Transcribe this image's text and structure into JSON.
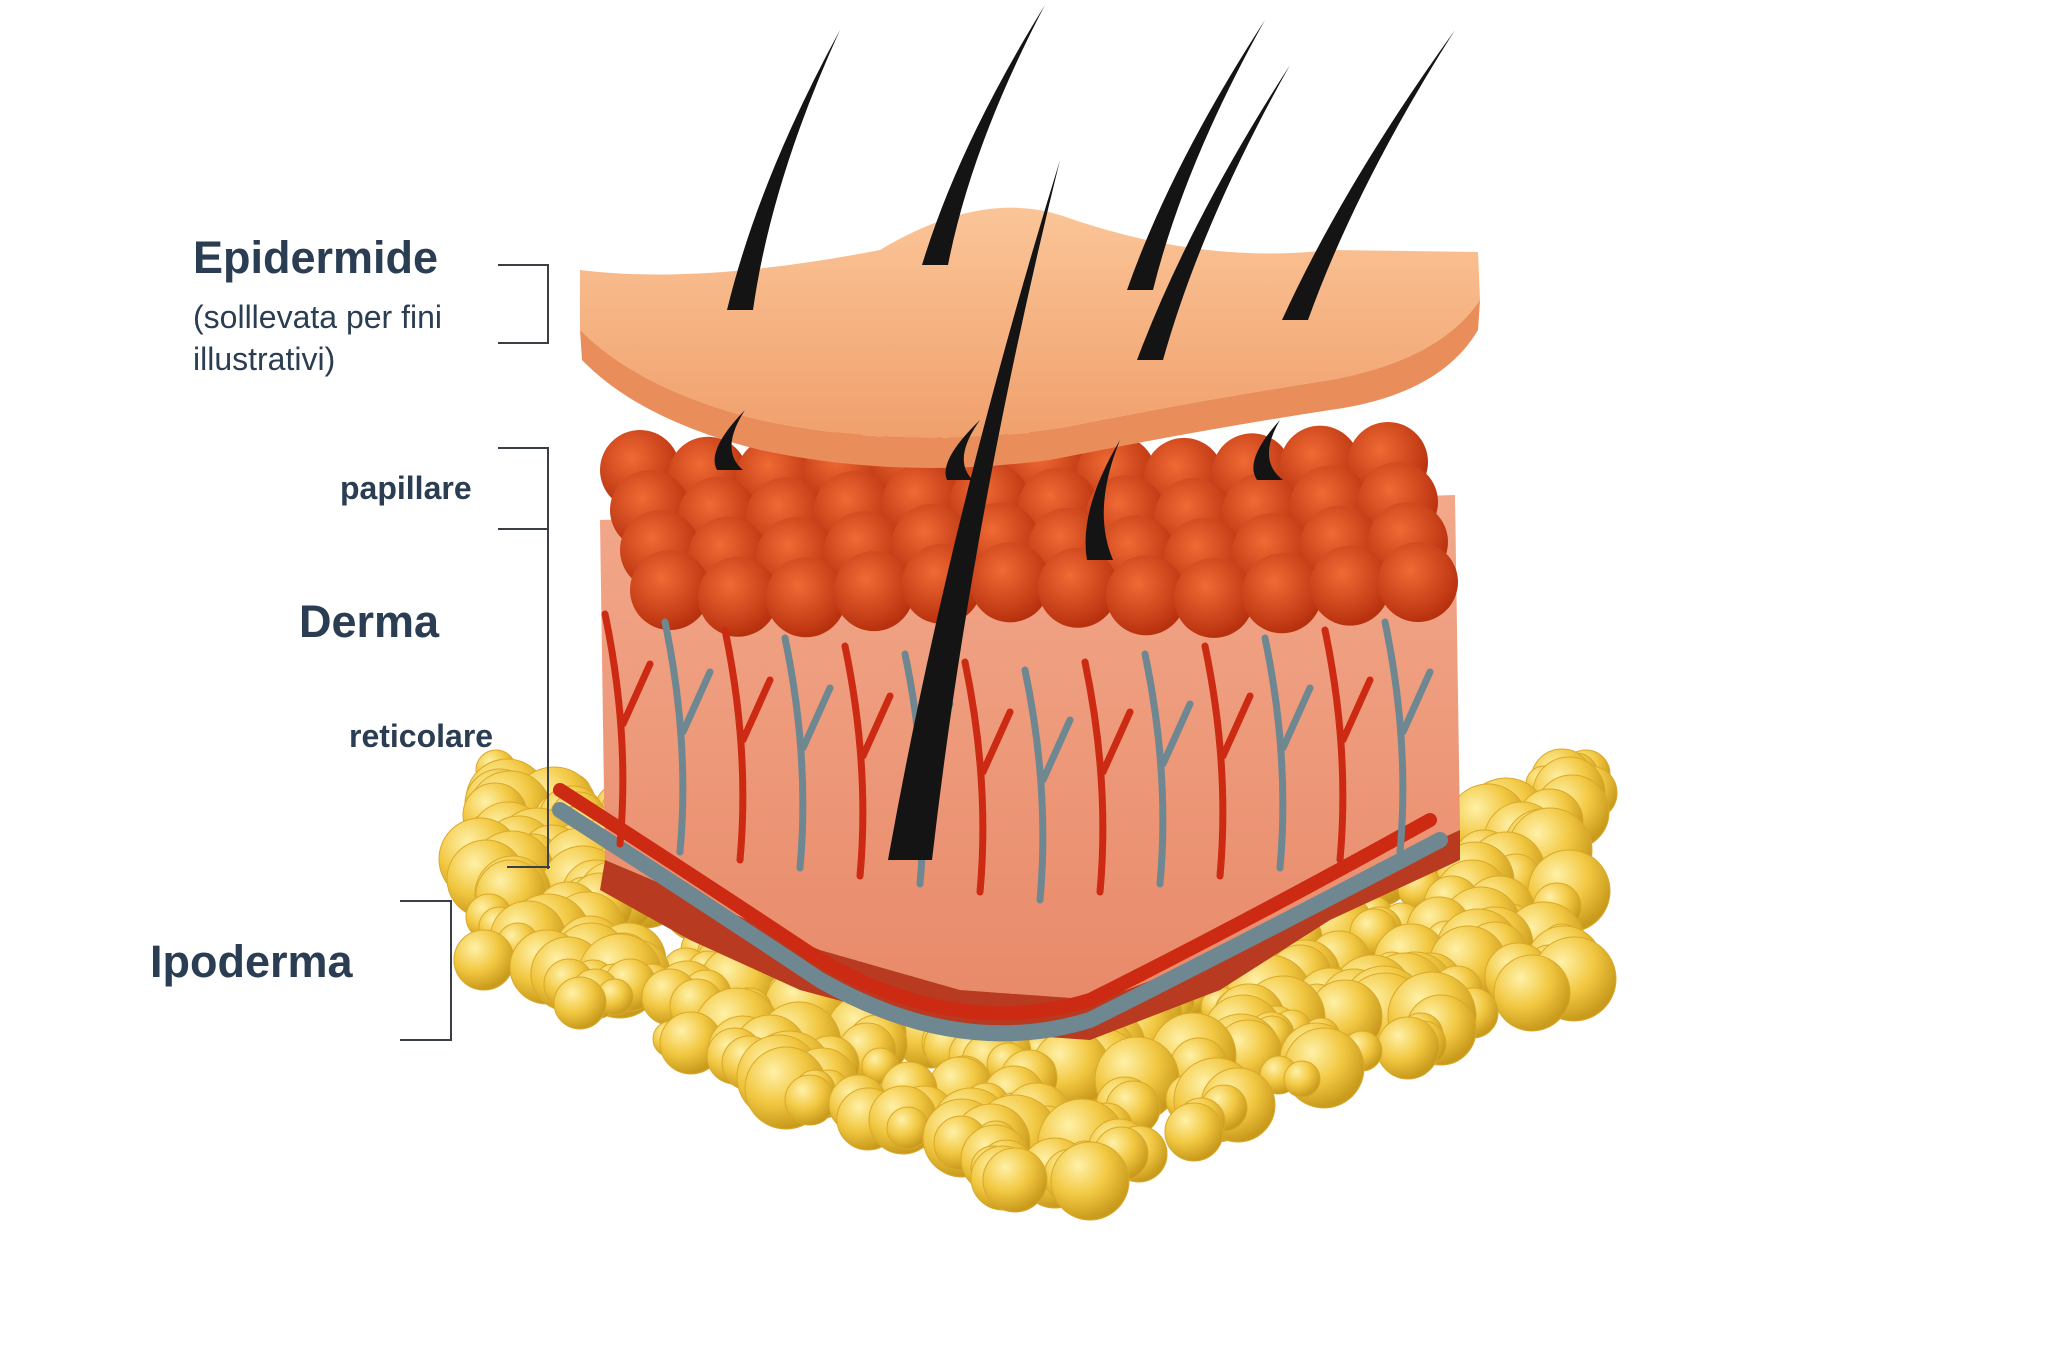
{
  "labels": {
    "epidermis": {
      "title": "Epidermide",
      "note_line1": "(solllevata per fini",
      "note_line2": "illustrativi)"
    },
    "papillary": "papillare",
    "dermis": "Derma",
    "reticular": "reticolare",
    "hypodermis": "Ipoderma"
  },
  "colors": {
    "text": "#2b3d52",
    "epidermis": "#f7b07e",
    "dermis_top": "#d9471c",
    "dermis_side": "#ec9a7c",
    "artery": "#cc2a12",
    "vein": "#6f8790",
    "fat": "#f2c842",
    "hair": "#141414"
  }
}
